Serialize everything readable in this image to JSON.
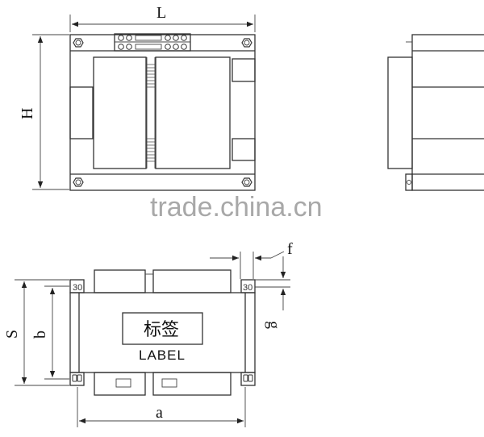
{
  "dimensions": {
    "top_length": "L",
    "top_height": "H",
    "bottom_side": "S",
    "bottom_b": "b",
    "bottom_a": "a",
    "detail_f": "f",
    "detail_g": "g"
  },
  "label_box": {
    "chinese": "标签",
    "english": "LABEL"
  },
  "watermark": "trade.china.cn",
  "colors": {
    "line": "#333333",
    "watermark": "#9a9a9a",
    "background": "#ffffff"
  }
}
